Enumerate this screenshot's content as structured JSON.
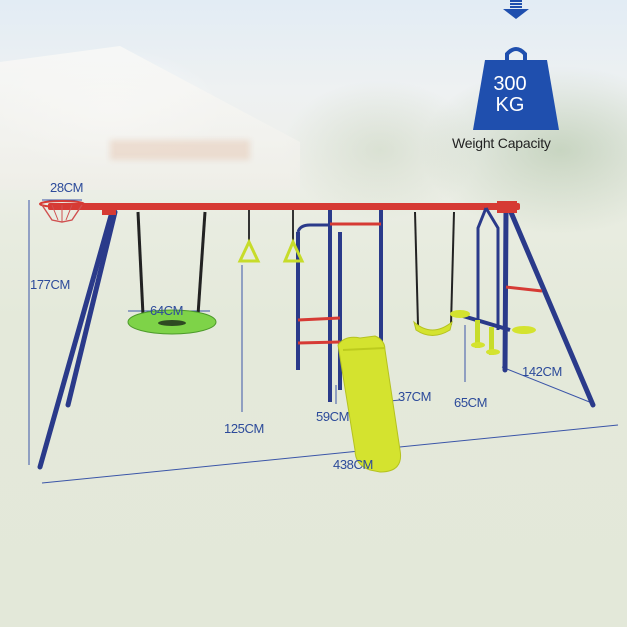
{
  "badge": {
    "weight_value": "300",
    "weight_unit": "KG",
    "label": "Weight Capacity",
    "color": "#1f4fae"
  },
  "dimensions": {
    "hoop_width": "28CM",
    "overall_height": "177CM",
    "nest_swing_diameter": "64CM",
    "ring_height": "125CM",
    "slide_height": "59CM",
    "slide_width": "37CM",
    "seesaw_height": "65CM",
    "depth": "142CM",
    "overall_length": "438CM"
  },
  "colors": {
    "frame_top": "#d63a34",
    "frame_legs": "#2a3a8a",
    "accessory_green": "#c7dc2a",
    "nest_green": "#7ed348",
    "dimension_text": "#2c4a9a"
  }
}
